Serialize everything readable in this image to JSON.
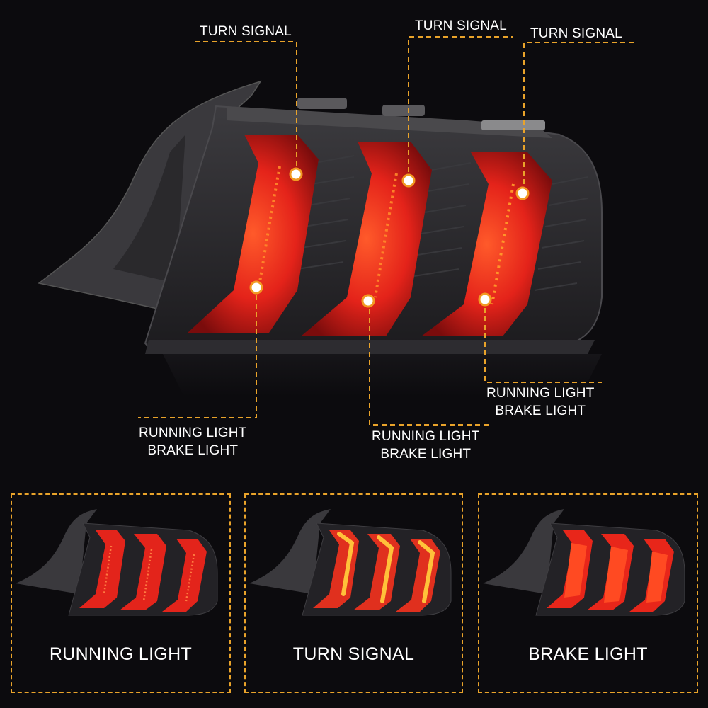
{
  "colors": {
    "background": "#0c0b0e",
    "callout": "#e9a32a",
    "text": "#ffffff",
    "lamp_red": "#e0261c",
    "lamp_amber": "#ff9a1e",
    "housing": "#2b2a2d"
  },
  "main": {
    "callouts_top": [
      {
        "label": "TURN SIGNAL"
      },
      {
        "label": "TURN SIGNAL"
      },
      {
        "label": "TURN SIGNAL"
      }
    ],
    "callouts_bottom": [
      {
        "line1": "RUNNING LIGHT",
        "line2": "BRAKE LIGHT"
      },
      {
        "line1": "RUNNING LIGHT",
        "line2": "BRAKE LIGHT"
      },
      {
        "line1": "RUNNING LIGHT",
        "line2": "BRAKE LIGHT"
      }
    ]
  },
  "panels": [
    {
      "title": "RUNNING LIGHT",
      "mode": "running"
    },
    {
      "title": "TURN SIGNAL",
      "mode": "turn"
    },
    {
      "title": "BRAKE LIGHT",
      "mode": "brake"
    }
  ]
}
